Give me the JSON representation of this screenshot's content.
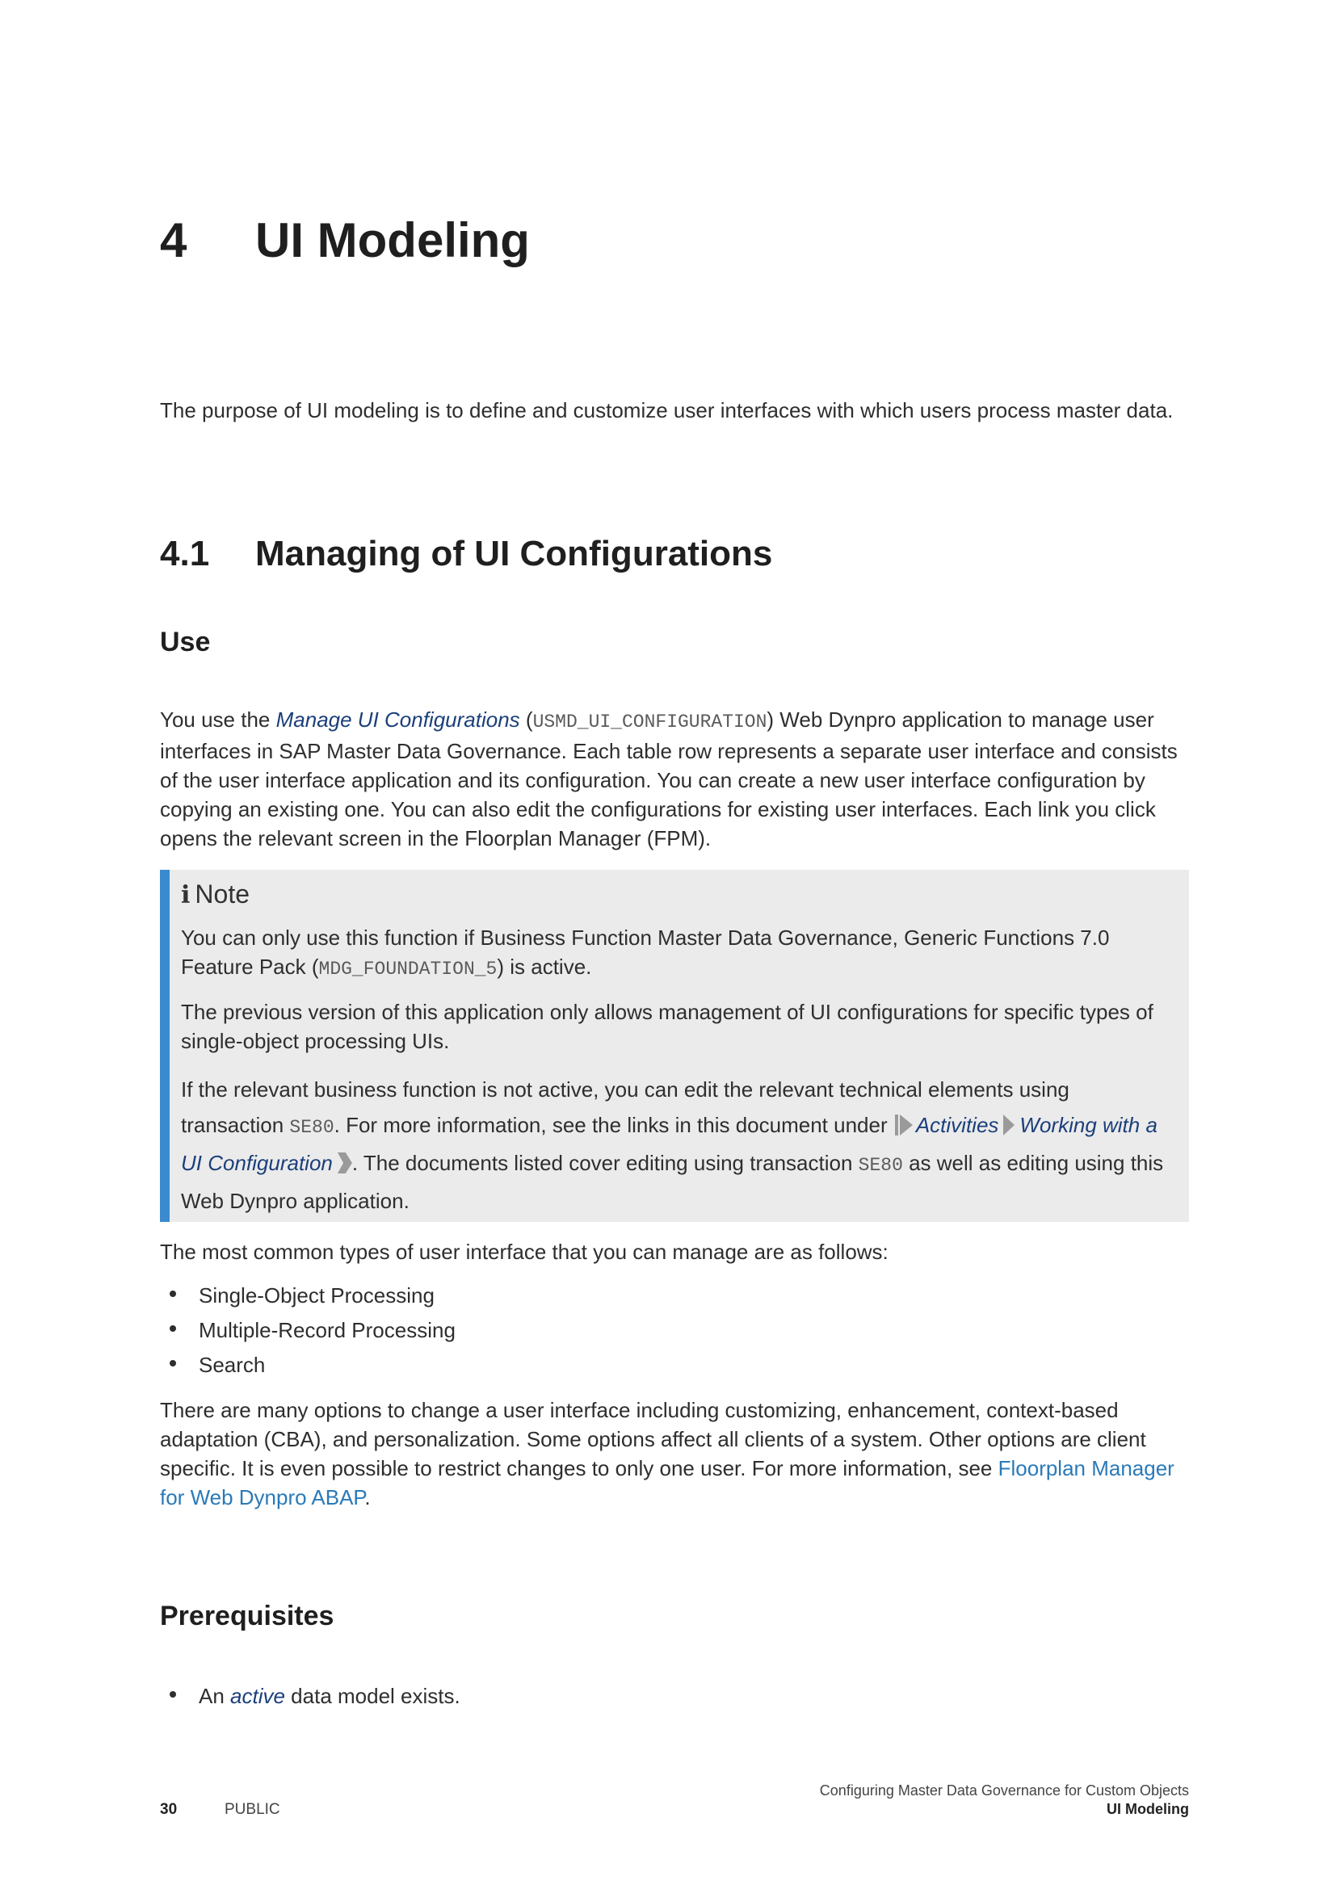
{
  "chapter": {
    "number": "4",
    "title": "UI Modeling"
  },
  "intro": "The purpose of UI modeling is to define and customize user interfaces with which users process master data.",
  "section": {
    "number": "4.1",
    "title": "Managing of UI Configurations"
  },
  "use": {
    "heading": "Use",
    "p1_before": "You use the ",
    "p1_link": "Manage UI Configurations",
    "p1_paren_open": " (",
    "p1_code": "USMD_UI_CONFIGURATION",
    "p1_after": ") Web Dynpro application to manage user interfaces in SAP Master Data Governance. Each table row represents a separate user interface and consists of the user interface application and its configuration. You can create a new user interface configuration by copying an existing one. You can also edit the configurations for existing user interfaces. Each link you click opens the relevant screen in the Floorplan Manager (FPM)."
  },
  "note": {
    "icon": "i",
    "title": "Note",
    "p1_before": "You can only use this function if Business Function Master Data Governance, Generic Functions 7.0 Feature Pack (",
    "p1_code": "MDG_FOUNDATION_5",
    "p1_after": ") is active.",
    "p2": "The previous version of this application only allows management of UI configurations for specific types of single-object processing UIs.",
    "p3_before": "If the relevant business function is not active, you can edit the relevant technical elements using transaction ",
    "p3_code1": "SE80",
    "p3_mid": ". For more information, see the links in this document under ",
    "p3_path1": "Activities",
    "p3_path2": "Working with a UI Configuration",
    "p3_after1": ". The documents listed cover editing using transaction ",
    "p3_code2": "SE80",
    "p3_after2": " as well as editing using this Web Dynpro application."
  },
  "types": {
    "intro": "The most common types of user interface that you can manage are as follows:",
    "items": [
      "Single-Object Processing",
      "Multiple-Record Processing",
      "Search"
    ]
  },
  "options": {
    "text": "There are many options to change a user interface including customizing, enhancement, context-based adaptation (CBA), and personalization. Some options affect all clients of a system. Other options are client specific. It is even possible to restrict changes to only one user. For more information, see ",
    "link": "Floorplan Manager for Web Dynpro ABAP",
    "after": "."
  },
  "prerequisites": {
    "heading": "Prerequisites",
    "item_before": "An ",
    "item_link": "active",
    "item_after": " data model exists."
  },
  "footer": {
    "page_number": "30",
    "classification": "PUBLIC",
    "doc_title": "Configuring Master Data Governance for Custom Objects",
    "chapter": "UI Modeling"
  }
}
